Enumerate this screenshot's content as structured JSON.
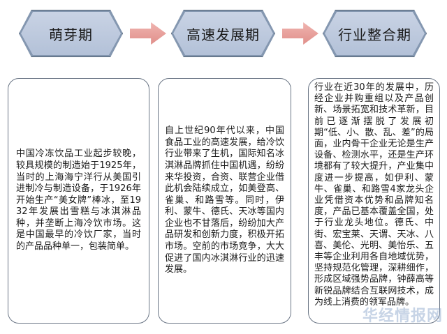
{
  "stages": [
    {
      "label": "萌芽期"
    },
    {
      "label": "高速发展期"
    },
    {
      "label": "行业整合期"
    }
  ],
  "cards": [
    {
      "text": "中国冷冻饮品工业起步较晚，较具规模的制造始于1925年，当时的上海海宁洋行从美国引进制冷与制造设备，于1926年开始生产“美女牌”棒冰，至1932年发展出雪糕与冰淇淋品种，并垄断上海冷饮市场。这是中国最早的冷饮厂家，当时的产品品种单一，包装简单。"
    },
    {
      "text": "自上世纪90年代以来，中国食品工业的高速发展，给冷饮行业带来了生机，国际知名冰淇淋品牌抓住中国机遇，纷纷来华投资，合资、联营企业借此机会陆续成立，如美登高、雀巢、和路雪等。同时，伊利、蒙牛、德氏、天冰等国内企业也不甘落后，纷纷加大产品研发和创新力度，积极开拓市场。空前的市场竞争，大大促进了国内冰淇淋行业的迅速发展。"
    },
    {
      "text": "行业在近30年的发展中，历经企业并购重组以及产品创新、场景拓宽和技术革新，目前已逐渐摆脱了发展初期“低、小、散、乱、差”的局面，业内骨干企业无论是生产设备、检测水平，还是生产环境都有了较大提升，产业集中度进一步提高，如伊利、蒙牛、雀巢、和路雪4家龙头企业凭借资本优势和品牌知名度，产品已基本覆盖全国，处于行业龙头地位。德氏、中街、宏宝莱、天谓、天冰、八喜、美伦、光明、美怡乐、五丰等企业利用各自地域优势，坚持规范化管理，深耕细作，形成区域强势品牌，钟薛高等新锐品牌结合互联网技术，成为线上消费的领军品牌。"
    }
  ],
  "watermark": "华经情报网",
  "colors": {
    "stage_fill": "#b3c1d8",
    "stage_border": "#4f6072",
    "arrow": "#e08f8a",
    "card_border": "#6a7585"
  }
}
